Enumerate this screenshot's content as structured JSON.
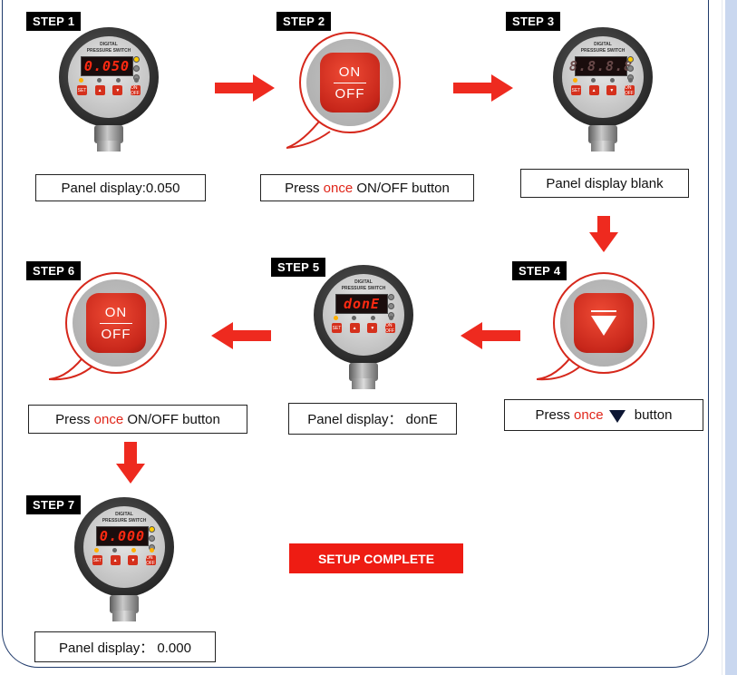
{
  "colors": {
    "accent": "#e0261a",
    "arrow": "#ee2a1f",
    "badge": "#000000",
    "frame": "#1f3a6b"
  },
  "steps": [
    {
      "badge": "STEP 1",
      "display": "0.050",
      "caption": "Panel display:0.050"
    },
    {
      "badge": "STEP 2",
      "key_top": "ON",
      "key_bottom": "OFF",
      "caption_pre": "Press ",
      "caption_red": "once",
      "caption_post": " ON/OFF button"
    },
    {
      "badge": "STEP 3",
      "display": "8.8.8.8",
      "caption": "Panel display blank"
    },
    {
      "badge": "STEP 4",
      "key_icon": "down-triangle-icon",
      "caption_pre": "Press ",
      "caption_red": "once",
      "caption_post": " button"
    },
    {
      "badge": "STEP 5",
      "display": "donE",
      "caption": "Panel display： donE"
    },
    {
      "badge": "STEP 6",
      "key_top": "ON",
      "key_bottom": "OFF",
      "caption_pre": "Press ",
      "caption_red": "once",
      "caption_post": " ON/OFF button"
    },
    {
      "badge": "STEP 7",
      "display": "0.000",
      "caption": "Panel display： 0.000"
    }
  ],
  "gauge_text": {
    "title_line1": "DIGITAL",
    "title_line2": "PRESSURE SWITCH",
    "set_key": "SET",
    "onoff_key": "ON OFF"
  },
  "complete_label": "SETUP COMPLETE"
}
